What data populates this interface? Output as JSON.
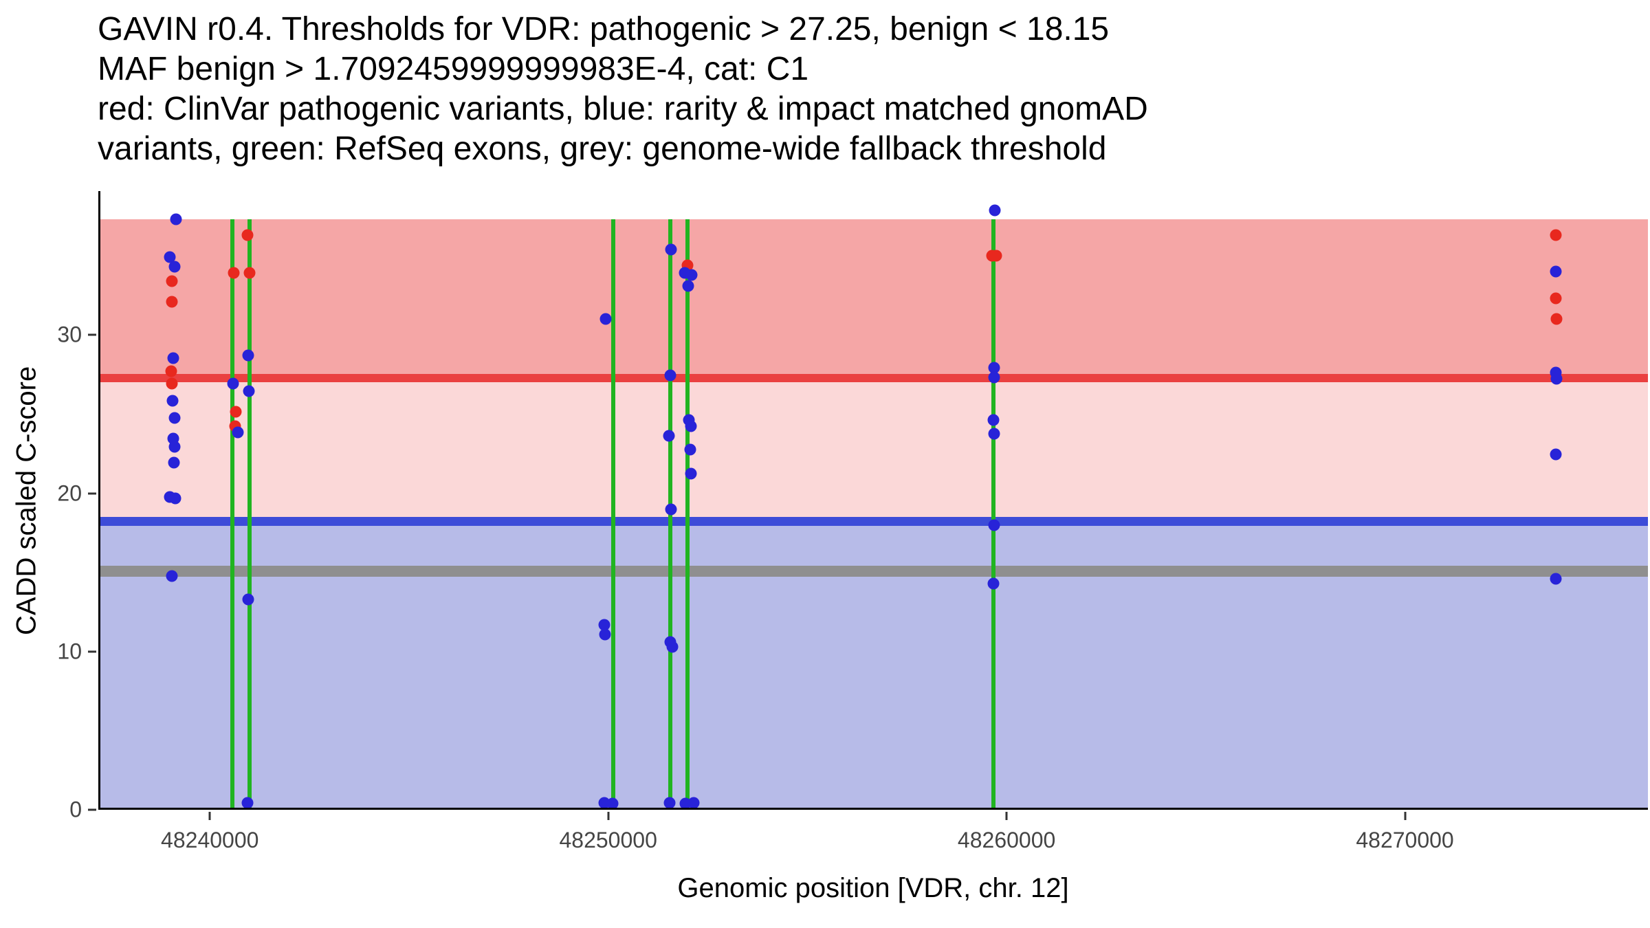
{
  "title_lines": [
    "GAVIN r0.4. Thresholds for VDR: pathogenic > 27.25, benign < 18.15",
    "MAF benign > 1.7092459999999983E-4, cat: C1",
    "red: ClinVar pathogenic variants, blue: rarity & impact matched gnomAD",
    "variants, green: RefSeq exons, grey: genome-wide fallback threshold"
  ],
  "chart_data": {
    "type": "scatter",
    "title": "GAVIN r0.4. Thresholds for VDR: pathogenic > 27.25, benign < 18.15; MAF benign > 1.7092459999999983E-4, cat: C1",
    "xlabel": "Genomic position [VDR, chr. 12]",
    "ylabel": "CADD scaled C-score",
    "x_domain": [
      48237200,
      48276100
    ],
    "y_domain": [
      0,
      39.1
    ],
    "x_ticks": [
      48240000,
      48250000,
      48260000,
      48270000
    ],
    "y_ticks": [
      0,
      10,
      20,
      30
    ],
    "region_top": 37.3,
    "legend": {
      "red": "ClinVar pathogenic variants",
      "blue": "rarity & impact matched gnomAD variants",
      "green": "RefSeq exons",
      "grey": "genome-wide fallback threshold"
    },
    "regions": [
      {
        "name": "pathogenic-zone",
        "from": 27.25,
        "to": 37.3,
        "color": "#f5a6a6"
      },
      {
        "name": "uncertain-zone",
        "from": 18.15,
        "to": 27.25,
        "color": "#fbd8d8"
      },
      {
        "name": "benign-zone",
        "from": 0,
        "to": 18.15,
        "color": "#b7bbe8"
      }
    ],
    "thresholds": [
      {
        "name": "pathogenic",
        "value": 27.25,
        "color": "#ea4040",
        "thickness": 12
      },
      {
        "name": "benign",
        "value": 18.15,
        "color": "#3d4cd8",
        "thickness": 13
      },
      {
        "name": "genome-wide-fallback",
        "value": 15,
        "color": "#8f8f8f",
        "thickness": 16
      }
    ],
    "exon_color": "#21b421",
    "exons": [
      48240520,
      48240950,
      48250100,
      48251530,
      48251960,
      48259650
    ],
    "point_colors": {
      "red": "#e8281e",
      "blue": "#2823d8"
    },
    "points": [
      [
        48239100,
        37.3,
        "blue"
      ],
      [
        48238950,
        34.9,
        "blue"
      ],
      [
        48239060,
        34.3,
        "blue"
      ],
      [
        48238990,
        33.4,
        "red"
      ],
      [
        48238990,
        32.1,
        "red"
      ],
      [
        48239040,
        28.5,
        "blue"
      ],
      [
        48238980,
        27.7,
        "red"
      ],
      [
        48238990,
        26.9,
        "red"
      ],
      [
        48239010,
        25.8,
        "blue"
      ],
      [
        48239070,
        24.7,
        "blue"
      ],
      [
        48239030,
        23.4,
        "blue"
      ],
      [
        48239070,
        22.9,
        "blue"
      ],
      [
        48239050,
        21.9,
        "blue"
      ],
      [
        48238950,
        19.7,
        "blue"
      ],
      [
        48239080,
        19.6,
        "blue"
      ],
      [
        48239000,
        14.7,
        "blue"
      ],
      [
        48240900,
        36.3,
        "red"
      ],
      [
        48240560,
        33.9,
        "red"
      ],
      [
        48240950,
        33.9,
        "red"
      ],
      [
        48240910,
        28.7,
        "blue"
      ],
      [
        48240540,
        26.9,
        "blue"
      ],
      [
        48240940,
        26.4,
        "blue"
      ],
      [
        48240600,
        25.1,
        "red"
      ],
      [
        48240590,
        24.2,
        "red"
      ],
      [
        48240650,
        23.8,
        "blue"
      ],
      [
        48240910,
        13.2,
        "blue"
      ],
      [
        48240890,
        0.3,
        "blue"
      ],
      [
        48249900,
        31.0,
        "blue"
      ],
      [
        48249860,
        11.6,
        "blue"
      ],
      [
        48249880,
        11.0,
        "blue"
      ],
      [
        48249860,
        0.3,
        "blue"
      ],
      [
        48250080,
        0.25,
        "blue"
      ],
      [
        48251540,
        35.4,
        "blue"
      ],
      [
        48251950,
        34.4,
        "red"
      ],
      [
        48251890,
        33.9,
        "blue"
      ],
      [
        48252070,
        33.8,
        "blue"
      ],
      [
        48251970,
        33.1,
        "blue"
      ],
      [
        48251520,
        27.4,
        "blue"
      ],
      [
        48251500,
        23.6,
        "blue"
      ],
      [
        48252000,
        24.6,
        "blue"
      ],
      [
        48252040,
        24.2,
        "blue"
      ],
      [
        48252020,
        22.7,
        "blue"
      ],
      [
        48252050,
        21.2,
        "blue"
      ],
      [
        48251550,
        18.9,
        "blue"
      ],
      [
        48251530,
        10.5,
        "blue"
      ],
      [
        48251570,
        10.2,
        "blue"
      ],
      [
        48251510,
        0.3,
        "blue"
      ],
      [
        48251910,
        0.25,
        "blue"
      ],
      [
        48252110,
        0.3,
        "blue"
      ],
      [
        48259680,
        37.9,
        "blue"
      ],
      [
        48259620,
        35.0,
        "red"
      ],
      [
        48259710,
        35.0,
        "red"
      ],
      [
        48259660,
        27.9,
        "blue"
      ],
      [
        48259670,
        27.3,
        "blue"
      ],
      [
        48259650,
        24.6,
        "blue"
      ],
      [
        48259660,
        23.7,
        "blue"
      ],
      [
        48259670,
        17.9,
        "blue"
      ],
      [
        48259650,
        14.2,
        "blue"
      ],
      [
        48273790,
        36.3,
        "red"
      ],
      [
        48273780,
        34.0,
        "blue"
      ],
      [
        48273790,
        32.3,
        "red"
      ],
      [
        48273800,
        31.0,
        "red"
      ],
      [
        48273790,
        27.6,
        "blue"
      ],
      [
        48273810,
        27.2,
        "blue"
      ],
      [
        48273790,
        22.4,
        "blue"
      ],
      [
        48273780,
        14.5,
        "blue"
      ]
    ]
  }
}
